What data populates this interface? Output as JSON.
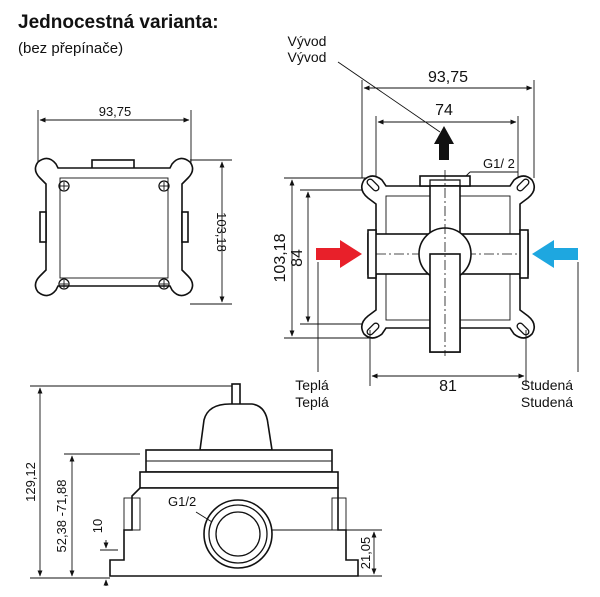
{
  "header": {
    "title": "Jednocestná varianta:",
    "subtitle": "(bez přepínače)"
  },
  "front_view": {
    "width_dim": "93,75",
    "height_dim": "103,18"
  },
  "right_view": {
    "outlet_label_1": "Vývod",
    "outlet_label_2": "Vývod",
    "outer_width_dim": "93,75",
    "inner_width_dim": "74",
    "thread_label": "G1/ 2",
    "outer_height_dim": "103,18",
    "inner_height_dim": "84",
    "bottom_width_dim": "81",
    "hot_label_1": "Teplá",
    "hot_label_2": "Teplá",
    "cold_label_1": "Studená",
    "cold_label_2": "Studená",
    "hot_color": "#e8202a",
    "cold_color": "#1ea7e0",
    "outlet_arrow_color": "#111111"
  },
  "side_view": {
    "total_height_dim": "129,12",
    "range_dim": "52,38 -71,88",
    "small_dim": "10",
    "thread_label": "G1/2",
    "port_height_dim": "21,05"
  }
}
